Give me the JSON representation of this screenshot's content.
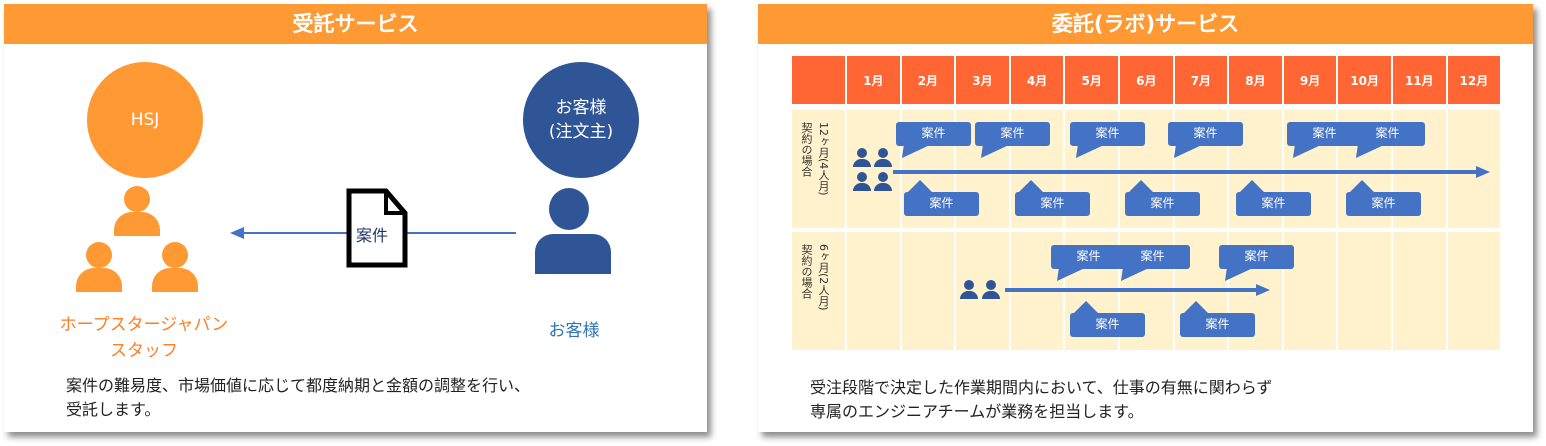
{
  "left": {
    "title": "受託サービス",
    "hsj_circle": "HSJ",
    "client_circle_line1": "お客様",
    "client_circle_line2": "(注文主)",
    "document_label": "案件",
    "staff_caption_line1": "ホープスタージャパン",
    "staff_caption_line2": "スタッフ",
    "client_caption": "お客様",
    "description_line1": "案件の難易度、市場価値に応じて都度納期と金額の調整を行い、",
    "description_line2": "受託します。",
    "colors": {
      "header": "#FF9933",
      "orange": "#FF9933",
      "navy": "#2F5597",
      "arrow": "#4472C4"
    }
  },
  "right": {
    "title": "委託(ラボ)サービス",
    "months": [
      "1月",
      "2月",
      "3月",
      "4月",
      "5月",
      "6月",
      "7月",
      "8月",
      "9月",
      "10月",
      "11月",
      "12月"
    ],
    "rows": [
      {
        "label_a": "契約の場合",
        "label_b": "12ヶ月(4人月)",
        "bubbles": [
          "案件",
          "案件",
          "案件",
          "案件",
          "案件",
          "案件",
          "案件",
          "案件",
          "案件",
          "案件",
          "案件"
        ]
      },
      {
        "label_a": "契約の場合",
        "label_b": "6ヶ月(2人月)",
        "bubbles": [
          "案件",
          "案件",
          "案件",
          "案件",
          "案件"
        ]
      }
    ],
    "description_line1": "受注段階で決定した作業期間内において、仕事の有無に関わらず",
    "description_line2": "専属のエンジニアチームが業務を担当します。",
    "colors": {
      "month_header": "#FF6633",
      "cell": "#FFF2CC",
      "bubble": "#4472C4"
    }
  }
}
